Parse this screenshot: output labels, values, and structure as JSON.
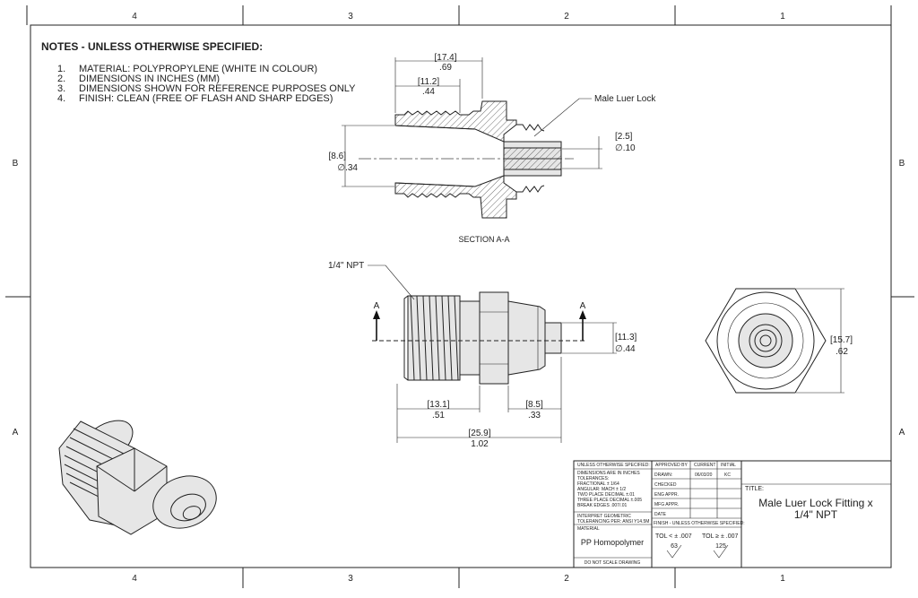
{
  "zones": {
    "top": [
      "4",
      "3",
      "2",
      "1"
    ],
    "bottom": [
      "4",
      "3",
      "2",
      "1"
    ],
    "left": [
      "B",
      "A"
    ],
    "right": [
      "B",
      "A"
    ]
  },
  "notes": {
    "heading": "NOTES - UNLESS OTHERWISE SPECIFIED:",
    "items": [
      {
        "num": "1.",
        "text": "MATERIAL: POLYPROPYLENE (WHITE IN COLOUR)"
      },
      {
        "num": "2.",
        "text": "DIMENSIONS IN INCHES (MM)"
      },
      {
        "num": "3.",
        "text": "DIMENSIONS SHOWN FOR REFERENCE PURPOSES ONLY"
      },
      {
        "num": "4.",
        "text": "FINISH: CLEAN (FREE OF FLASH AND SHARP EDGES)"
      }
    ]
  },
  "section_view": {
    "label": "SECTION A-A",
    "callout": "Male Luer Lock",
    "dims": {
      "overall_mm": "[17.4]",
      "overall_in": ".69",
      "thread_mm": "[11.2]",
      "thread_in": ".44",
      "bore_mm": "[8.6]",
      "bore_in": "∅.34",
      "tip_mm": "[2.5]",
      "tip_in": "∅.10"
    }
  },
  "side_view": {
    "callout": "1/4\" NPT",
    "section_letter_left": "A",
    "section_letter_right": "A",
    "dims": {
      "dia_mm": "[11.3]",
      "dia_in": "∅.44",
      "thread_len_mm": "[13.1]",
      "thread_len_in": ".51",
      "luer_len_mm": "[8.5]",
      "luer_len_in": ".33",
      "overall_mm": "[25.9]",
      "overall_in": "1.02"
    }
  },
  "end_view": {
    "dims": {
      "hex_mm": "[15.7]",
      "hex_in": ".62"
    }
  },
  "title_block": {
    "spec_lines": [
      "UNLESS OTHERWISE SPECIFIED:",
      "DIMENSIONS ARE IN INCHES",
      "TOLERANCES:",
      "FRACTIONAL ± 1/64",
      "ANGULAR: MACH ± 1/2",
      "TWO PLACE DECIMAL    ±.01",
      "THREE PLACE DECIMAL  ±.005",
      "BREAK EDGES .007/.01"
    ],
    "interpret_lines": [
      "INTERPRET GEOMETRIC",
      "TOLERANCING PER: ANSI Y14.5M"
    ],
    "material_label": "MATERIAL",
    "material_value": "PP Homopolymer",
    "do_not_scale": "DO NOT SCALE DRAWING",
    "approvals_header": {
      "approved": "APPROVED BY",
      "current": "CURRENT",
      "initial": "INITIAL"
    },
    "approval_rows": [
      {
        "label": "DRAWN:",
        "current": "06/03/20",
        "initial": "KC"
      },
      {
        "label": "CHECKED",
        "current": "",
        "initial": ""
      },
      {
        "label": "ENG APPR.",
        "current": "",
        "initial": ""
      },
      {
        "label": "MFG APPR.",
        "current": "",
        "initial": ""
      },
      {
        "label": "DATE",
        "current": "",
        "initial": ""
      }
    ],
    "finish_label": "FINISH - UNLESS OTHERWISE SPECIFIED:",
    "tol_left": "TOL < ± .007",
    "tol_right": "TOL ≥ ± .007",
    "rough_left": "63",
    "rough_right": "125",
    "title_label": "TITLE:",
    "title_line1": "Male Luer Lock Fitting x",
    "title_line2": "1/4\" NPT"
  }
}
